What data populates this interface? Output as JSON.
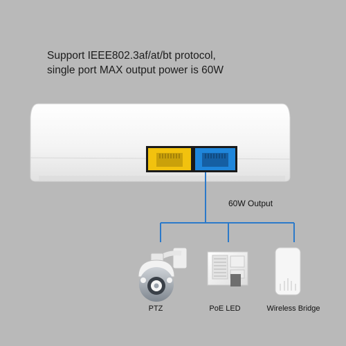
{
  "headline": {
    "line1": "Support IEEE802.3af/at/bt protocol,",
    "line2": "single port MAX output power is 60W"
  },
  "output_label": "60W Output",
  "devices": [
    {
      "name": "PTZ",
      "icon": "ptz-camera-icon"
    },
    {
      "name": "PoE LED",
      "icon": "led-panel-icon"
    },
    {
      "name": "Wireless Bridge",
      "icon": "wireless-bridge-icon"
    }
  ],
  "ports": [
    {
      "name": "input-port",
      "color": "#f2c20e"
    },
    {
      "name": "output-port",
      "color": "#1f86db"
    }
  ],
  "colors": {
    "background": "#b9b9b9",
    "connector_line": "#2b79c9",
    "splitter_body": "#f4f4f4"
  }
}
